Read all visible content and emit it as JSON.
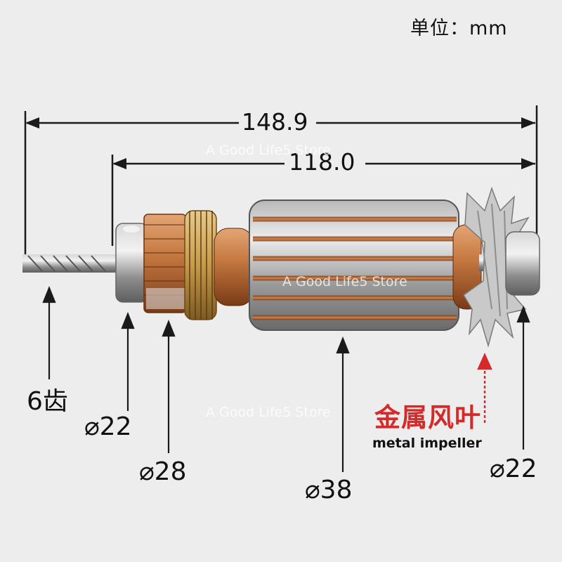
{
  "unit_label": "单位：mm",
  "dimensions": {
    "overall_length": "148.9",
    "core_length": "118.0"
  },
  "callouts": {
    "shaft_teeth": "6齿",
    "bearing_left": "⌀22",
    "commutator": "⌀28",
    "armature": "⌀38",
    "bearing_right": "⌀22"
  },
  "impeller": {
    "label_cn": "金属风叶",
    "label_en": "metal impeller"
  },
  "watermarks": [
    "A Good Life5 Store",
    "A Good Life5 Store",
    "A Good Life5 Store"
  ],
  "colors": {
    "background": "#ededed",
    "dimension_lines": "#1a1a1a",
    "highlight_red": "#d42a2a",
    "copper": "#b3642b",
    "steel": "#9c9c9c"
  }
}
